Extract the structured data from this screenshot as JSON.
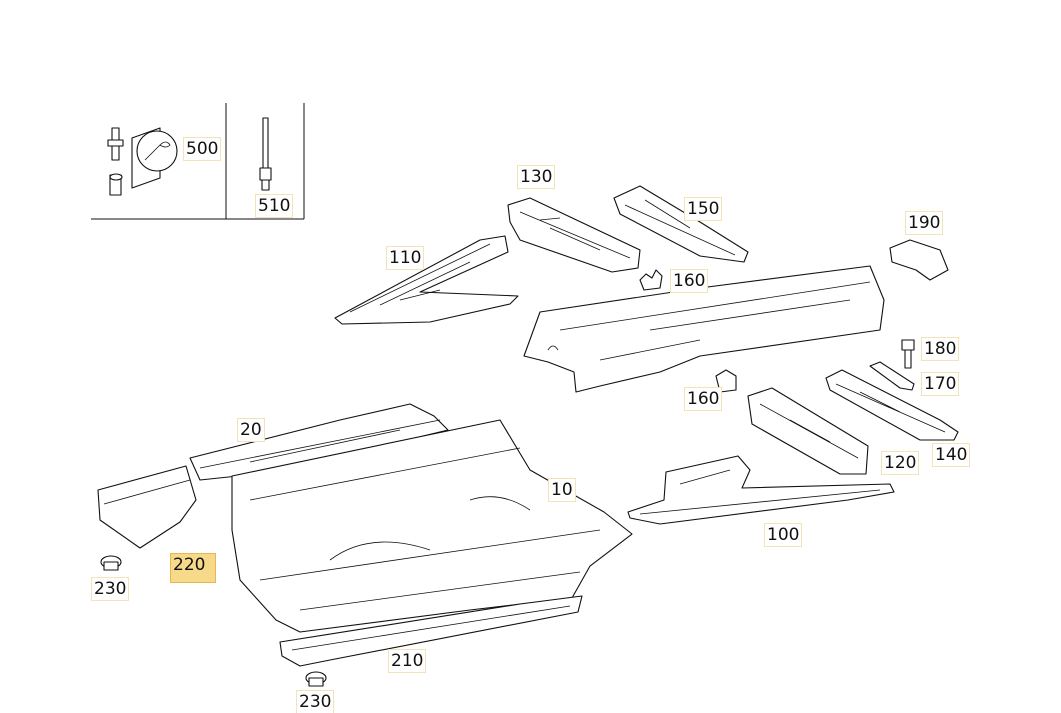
{
  "callouts": [
    {
      "id": "500",
      "label": "500",
      "name": "callout-500",
      "highlighted": false
    },
    {
      "id": "510",
      "label": "510",
      "name": "callout-510",
      "highlighted": false
    },
    {
      "id": "130",
      "label": "130",
      "name": "callout-130",
      "highlighted": false
    },
    {
      "id": "150",
      "label": "150",
      "name": "callout-150",
      "highlighted": false
    },
    {
      "id": "190",
      "label": "190",
      "name": "callout-190",
      "highlighted": false
    },
    {
      "id": "110",
      "label": "110",
      "name": "callout-110",
      "highlighted": false
    },
    {
      "id": "160a",
      "label": "160",
      "name": "callout-160-upper",
      "highlighted": false
    },
    {
      "id": "180",
      "label": "180",
      "name": "callout-180",
      "highlighted": false
    },
    {
      "id": "170",
      "label": "170",
      "name": "callout-170",
      "highlighted": false
    },
    {
      "id": "160b",
      "label": "160",
      "name": "callout-160-lower",
      "highlighted": false
    },
    {
      "id": "20",
      "label": "20",
      "name": "callout-20",
      "highlighted": false
    },
    {
      "id": "140",
      "label": "140",
      "name": "callout-140",
      "highlighted": false
    },
    {
      "id": "120",
      "label": "120",
      "name": "callout-120",
      "highlighted": false
    },
    {
      "id": "10",
      "label": "10",
      "name": "callout-10",
      "highlighted": false
    },
    {
      "id": "100",
      "label": "100",
      "name": "callout-100",
      "highlighted": false
    },
    {
      "id": "220",
      "label": "220",
      "name": "callout-220",
      "highlighted": true
    },
    {
      "id": "230a",
      "label": "230",
      "name": "callout-230-left",
      "highlighted": false
    },
    {
      "id": "210",
      "label": "210",
      "name": "callout-210",
      "highlighted": false
    },
    {
      "id": "230b",
      "label": "230",
      "name": "callout-230-bottom",
      "highlighted": false
    }
  ],
  "colors": {
    "highlight": "#f7d98a",
    "line": "#111111",
    "background": "#ffffff"
  }
}
